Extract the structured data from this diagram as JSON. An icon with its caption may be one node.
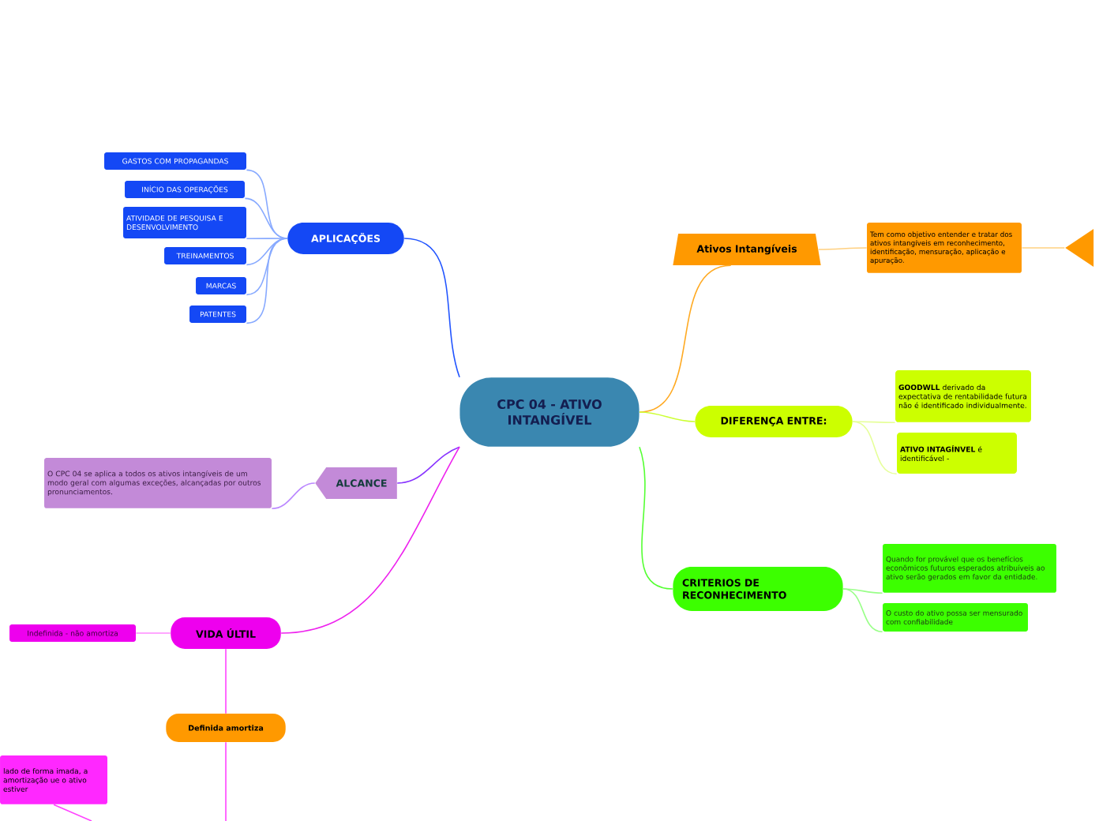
{
  "diagram": {
    "nodes": [
      {
        "text": [
          "CPC 04 - ATIVO INTANGÍVEL"
        ]
      },
      {
        "text": [
          "APLICAÇÕES"
        ]
      },
      {
        "text": [
          "GASTOS COM PROPAGANDAS"
        ]
      },
      {
        "text": [
          "INÍCIO DAS OPERAÇÕES"
        ]
      },
      {
        "text": [
          "ATIVIDADE DE PESQUISA E DESENVOLVIMENTO"
        ]
      },
      {
        "text": [
          "TREINAMENTOS"
        ]
      },
      {
        "text": [
          "MARCAS"
        ]
      },
      {
        "text": [
          "PATENTES"
        ]
      },
      {
        "text": [
          "Ativos Intangíveis"
        ]
      },
      {
        "text": [
          "Tem como objetivo entender e tratar dos ativos intangíveis em reconhecimento, identificação, mensuração, aplicação e apuração."
        ]
      },
      {
        "text": [],
        "shape": "triangle"
      },
      {
        "text": [
          "DIFERENÇA ENTRE:"
        ]
      },
      {
        "text": [
          "**GOODWLL** derivado da expectativa de rentabilidade futura não é identificado individualmente."
        ]
      },
      {
        "text": [
          "**ATIVO INTAGÍNVEL** é identificável -"
        ]
      },
      {
        "text": [
          "CRITERIOS DE RECONHECIMENTO"
        ]
      },
      {
        "text": [
          "Quando for provável que os benefícios econômicos futuros esperados atribuíveis ao ativo serão gerados em favor da entidade."
        ]
      },
      {
        "text": [
          "O custo do ativo possa ser mensurado com confiabilidade"
        ]
      },
      {
        "text": [
          "ALCANCE"
        ]
      },
      {
        "text": [
          "O CPC 04 se aplica a todos os ativos intangíveis de um modo geral com algumas exceções, alcançadas por outros pronunciamentos."
        ]
      },
      {
        "text": [
          "VIDA ÚLTIL"
        ]
      },
      {
        "text": [
          "Indefinida - não amortiza"
        ]
      },
      {
        "text": [
          "Definida amortiza"
        ]
      },
      {
        "text": [
          "lado de forma imada, a amortização ue o ativo estiver"
        ]
      }
    ],
    "edges": [
      {
        "from": 0,
        "to": 1,
        "arrow": "none",
        "color": "#2255ff"
      },
      {
        "from": 1,
        "to": 2,
        "arrow": "none",
        "color": "#88aaff"
      },
      {
        "from": 1,
        "to": 3,
        "arrow": "none",
        "color": "#88aaff"
      },
      {
        "from": 1,
        "to": 4,
        "arrow": "none",
        "color": "#88aaff"
      },
      {
        "from": 1,
        "to": 5,
        "arrow": "none",
        "color": "#88aaff"
      },
      {
        "from": 1,
        "to": 6,
        "arrow": "none",
        "color": "#88aaff"
      },
      {
        "from": 1,
        "to": 7,
        "arrow": "none",
        "color": "#88aaff"
      },
      {
        "from": 0,
        "to": 8,
        "arrow": "none",
        "color": "#ffaa22"
      },
      {
        "from": 8,
        "to": 9,
        "arrow": "none",
        "color": "#ffd080"
      },
      {
        "from": 9,
        "to": 10,
        "arrow": "none",
        "color": "#ffd080"
      },
      {
        "from": 0,
        "to": 11,
        "arrow": "none",
        "color": "#ccff33"
      },
      {
        "from": 11,
        "to": 12,
        "arrow": "none",
        "color": "#e6ff99"
      },
      {
        "from": 11,
        "to": 13,
        "arrow": "none",
        "color": "#e6ff99"
      },
      {
        "from": 0,
        "to": 14,
        "arrow": "none",
        "color": "#55ff33"
      },
      {
        "from": 14,
        "to": 15,
        "arrow": "none",
        "color": "#99ff88"
      },
      {
        "from": 14,
        "to": 16,
        "arrow": "none",
        "color": "#99ff88"
      },
      {
        "from": 0,
        "to": 17,
        "arrow": "none",
        "color": "#8833ff"
      },
      {
        "from": 17,
        "to": 18,
        "arrow": "none",
        "color": "#bb88ff"
      },
      {
        "from": 0,
        "to": 19,
        "arrow": "none",
        "color": "#ee22ee"
      },
      {
        "from": 19,
        "to": 20,
        "arrow": "none",
        "color": "#ff88ff"
      },
      {
        "from": 19,
        "to": 21,
        "arrow": "none",
        "color": "#ff44ff"
      },
      {
        "from": 21,
        "to": null,
        "arrow": "none",
        "color": "#ff44ff"
      },
      {
        "from": 22,
        "to": null,
        "arrow": "none",
        "color": "#ff44ff"
      }
    ]
  }
}
